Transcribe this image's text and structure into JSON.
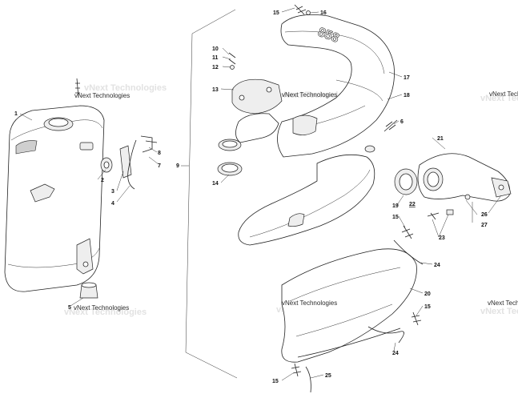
{
  "watermark": {
    "text": "vNext Technologies"
  },
  "callouts": {
    "c1": "1",
    "c2": "2",
    "c3": "3",
    "c4": "4",
    "c5": "5",
    "c6": "6",
    "c7": "7",
    "c8": "8",
    "c9": "9",
    "c10": "10",
    "c11": "11",
    "c12": "12",
    "c13": "13",
    "c14": "14",
    "c15": "15",
    "c16": "16",
    "c17": "17",
    "c18": "18",
    "c19": "19",
    "c20": "20",
    "c21": "21",
    "c22": "22",
    "c23": "23",
    "c24": "24",
    "c25": "25",
    "c26": "26",
    "c27": "27"
  },
  "pipe_badge": {
    "text": "858"
  }
}
